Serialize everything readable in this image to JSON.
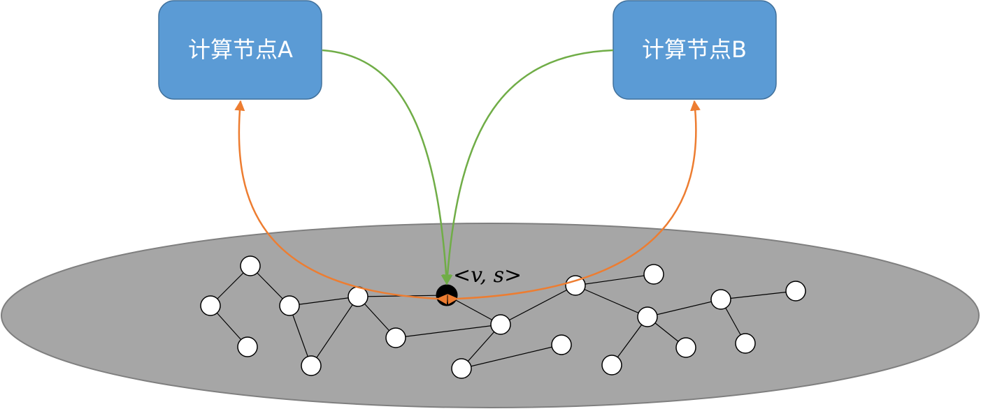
{
  "nodes": {
    "compute_a": {
      "label": "计算节点A"
    },
    "compute_b": {
      "label": "计算节点B"
    }
  },
  "graph": {
    "highlighted_vertex_label": "<v, s>"
  },
  "colors": {
    "box_fill": "#5b9bd5",
    "box_stroke": "#41719c",
    "plane_fill": "#a6a6a6",
    "plane_stroke": "#7f7f7f",
    "request_arrow": "#70ad47",
    "response_arrow": "#ed7d31",
    "vertex_fill": "#ffffff",
    "highlighted_vertex_fill": "#000000"
  }
}
